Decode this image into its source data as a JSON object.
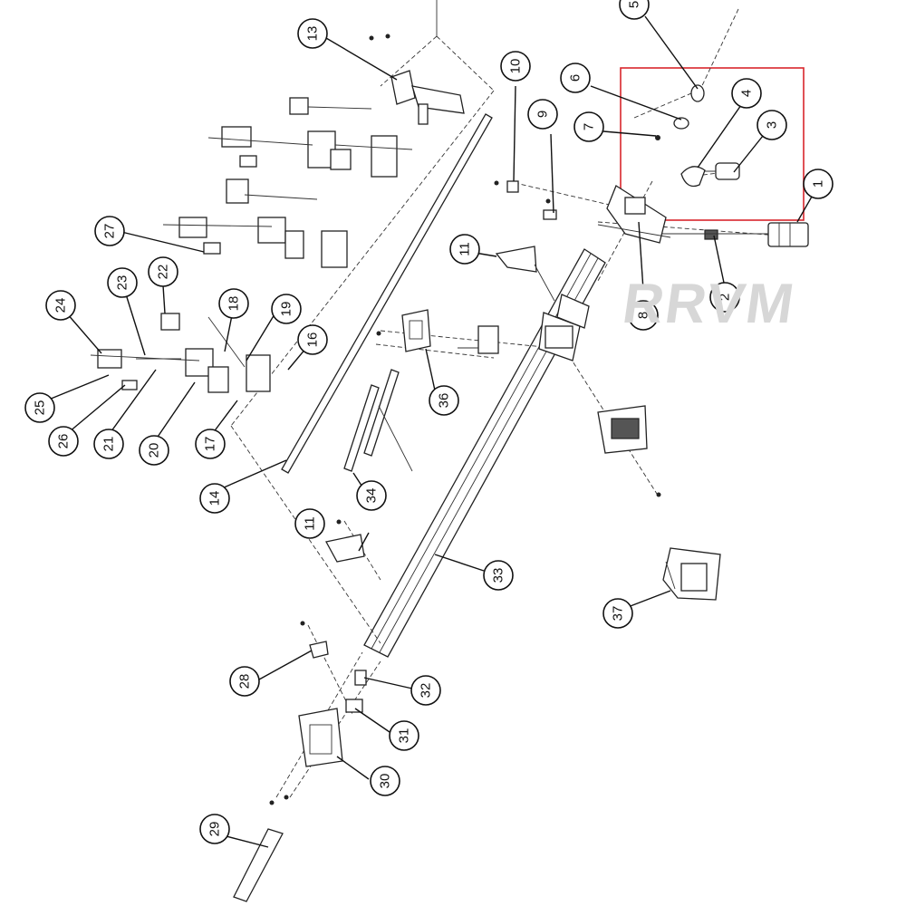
{
  "diagram": {
    "watermark": "RRVM",
    "highlight_color": "#d9262c",
    "line_color": "#111111",
    "callouts": [
      {
        "label": "1"
      },
      {
        "label": "2"
      },
      {
        "label": "3"
      },
      {
        "label": "4"
      },
      {
        "label": "5"
      },
      {
        "label": "6"
      },
      {
        "label": "7"
      },
      {
        "label": "8"
      },
      {
        "label": "9"
      },
      {
        "label": "10"
      },
      {
        "label": "11"
      },
      {
        "label": "11"
      },
      {
        "label": "13"
      },
      {
        "label": "14"
      },
      {
        "label": "16"
      },
      {
        "label": "17"
      },
      {
        "label": "18"
      },
      {
        "label": "19"
      },
      {
        "label": "20"
      },
      {
        "label": "21"
      },
      {
        "label": "22"
      },
      {
        "label": "23"
      },
      {
        "label": "24"
      },
      {
        "label": "25"
      },
      {
        "label": "26"
      },
      {
        "label": "27"
      },
      {
        "label": "28"
      },
      {
        "label": "29"
      },
      {
        "label": "30"
      },
      {
        "label": "31"
      },
      {
        "label": "32"
      },
      {
        "label": "33"
      },
      {
        "label": "34"
      },
      {
        "label": "36"
      },
      {
        "label": "37"
      }
    ]
  }
}
